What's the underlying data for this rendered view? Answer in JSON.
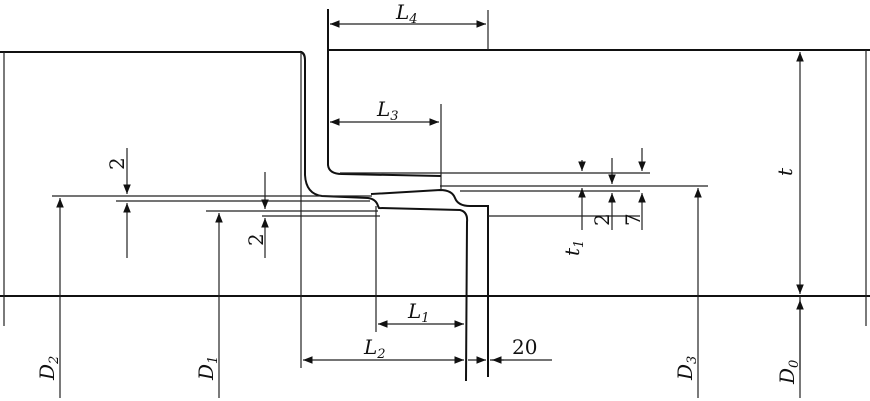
{
  "labels": {
    "L4": {
      "main": "L",
      "sub": "4"
    },
    "L3": {
      "main": "L",
      "sub": "3"
    },
    "L2": {
      "main": "L",
      "sub": "2"
    },
    "L1": {
      "main": "L",
      "sub": "1"
    },
    "t": "t",
    "t1": {
      "main": "t",
      "sub": "1"
    },
    "D2": {
      "main": "D",
      "sub": "2"
    },
    "D1": {
      "main": "D",
      "sub": "1"
    },
    "D3": {
      "main": "D",
      "sub": "3"
    },
    "D0": {
      "main": "D",
      "sub": "0"
    }
  },
  "numbers": {
    "gap_left_top": "2",
    "gap_left_bottom": "2",
    "gap_right_a": "2",
    "gap_right_b": "7",
    "offset": "20"
  }
}
